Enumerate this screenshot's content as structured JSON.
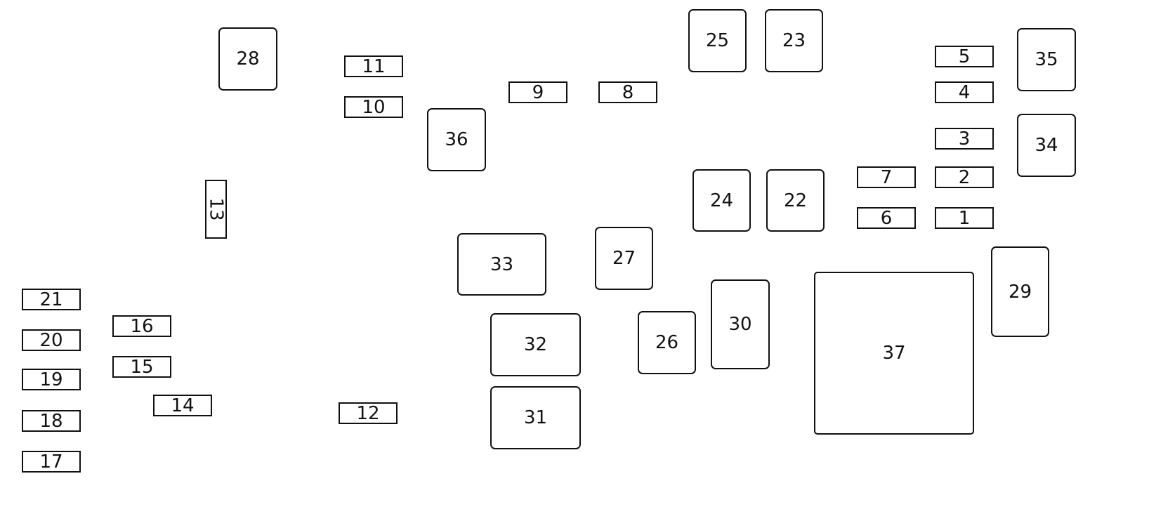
{
  "line_color": "#111111",
  "background": "#ffffff",
  "fuses": [
    {
      "id": "f1",
      "label": "1"
    },
    {
      "id": "f2",
      "label": "2"
    },
    {
      "id": "f3",
      "label": "3"
    },
    {
      "id": "f4",
      "label": "4"
    },
    {
      "id": "f5",
      "label": "5"
    },
    {
      "id": "f6",
      "label": "6"
    },
    {
      "id": "f7",
      "label": "7"
    },
    {
      "id": "f8",
      "label": "8"
    },
    {
      "id": "f9",
      "label": "9"
    },
    {
      "id": "f10",
      "label": "10"
    },
    {
      "id": "f11",
      "label": "11"
    },
    {
      "id": "f12",
      "label": "12"
    },
    {
      "id": "f13",
      "label": "13"
    },
    {
      "id": "f14",
      "label": "14"
    },
    {
      "id": "f15",
      "label": "15"
    },
    {
      "id": "f16",
      "label": "16"
    },
    {
      "id": "f17",
      "label": "17"
    },
    {
      "id": "f18",
      "label": "18"
    },
    {
      "id": "f19",
      "label": "19"
    },
    {
      "id": "f20",
      "label": "20"
    },
    {
      "id": "f21",
      "label": "21"
    }
  ],
  "relays": [
    {
      "id": "r22",
      "label": "22"
    },
    {
      "id": "r23",
      "label": "23"
    },
    {
      "id": "r24",
      "label": "24"
    },
    {
      "id": "r25",
      "label": "25"
    },
    {
      "id": "r26",
      "label": "26"
    },
    {
      "id": "r27",
      "label": "27"
    },
    {
      "id": "r28",
      "label": "28"
    },
    {
      "id": "r29",
      "label": "29"
    },
    {
      "id": "r30",
      "label": "30"
    },
    {
      "id": "r31",
      "label": "31"
    },
    {
      "id": "r32",
      "label": "32"
    },
    {
      "id": "r33",
      "label": "33"
    },
    {
      "id": "r34",
      "label": "34"
    },
    {
      "id": "r35",
      "label": "35"
    },
    {
      "id": "r36",
      "label": "36"
    },
    {
      "id": "r37",
      "label": "37"
    }
  ]
}
